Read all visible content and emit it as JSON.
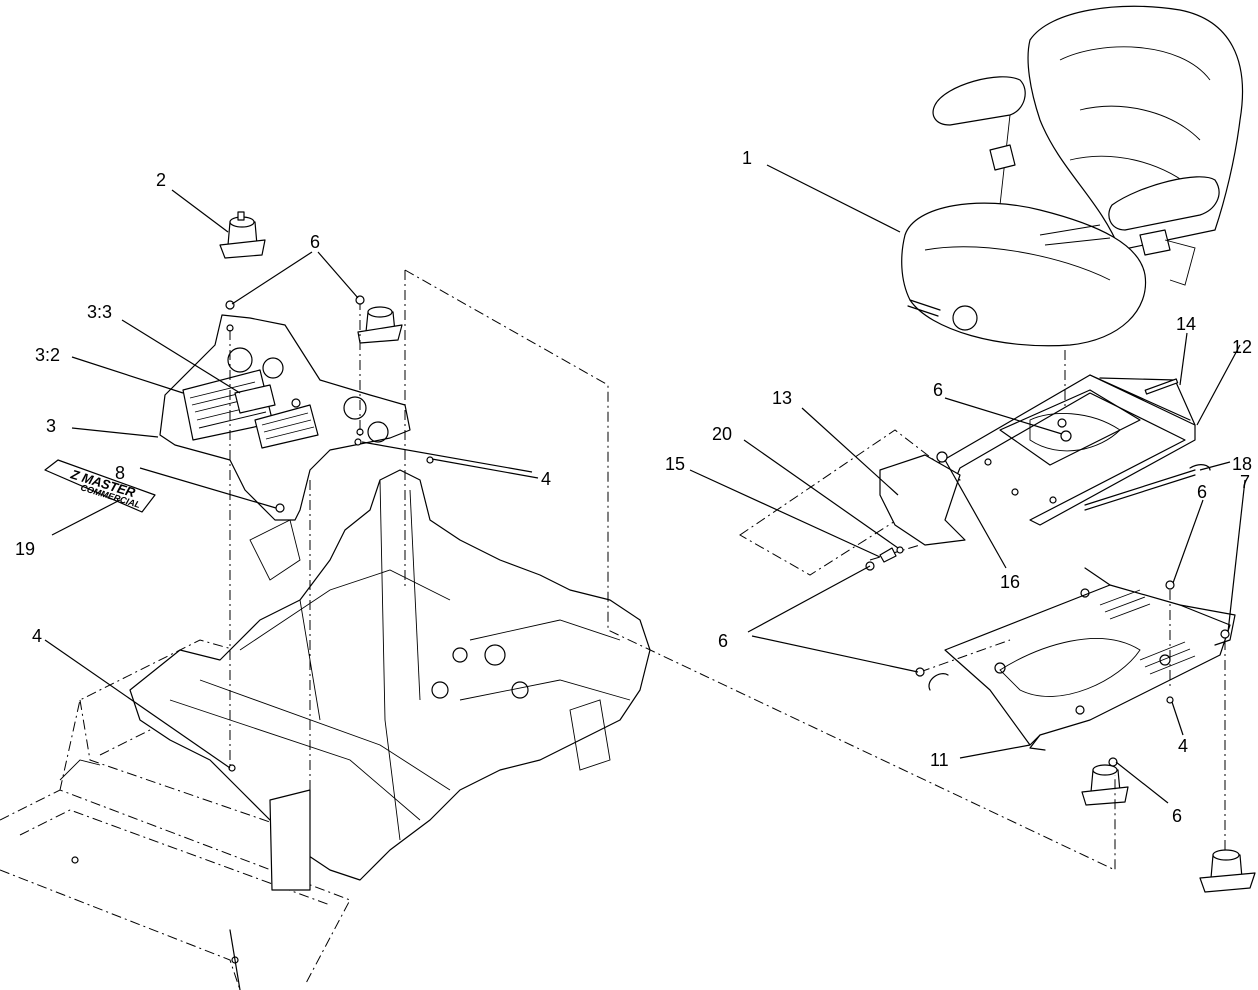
{
  "diagram": {
    "type": "exploded-parts-view",
    "callouts": {
      "c1": "1",
      "c2": "2",
      "c3": "3",
      "c3_2": "3:2",
      "c3_3": "3:3",
      "c4_a": "4",
      "c4_b": "4",
      "c4_c": "4",
      "c6_a": "6",
      "c6_b": "6",
      "c6_c": "6",
      "c6_d": "6",
      "c6_e": "6",
      "c7": "7",
      "c8": "8",
      "c11": "11",
      "c12": "12",
      "c13": "13",
      "c14": "14",
      "c15": "15",
      "c16": "16",
      "c18": "18",
      "c19": "19",
      "c20": "20"
    },
    "decal_19": {
      "line1": "Z MASTER",
      "line2": "COMMERCIAL"
    }
  }
}
